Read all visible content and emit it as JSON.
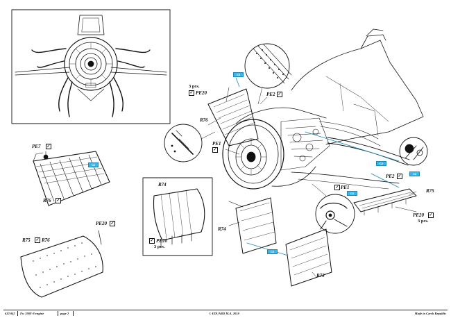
{
  "labels": {
    "pe7": "PE7",
    "pe20_top": "PE20",
    "pe20_left": "PE20",
    "pe20_box": "PE20",
    "pe20_right": "PE20",
    "pe2_top": "PE2",
    "pe2_right": "PE2",
    "pe1_mid": "PE1",
    "pe1_right": "PE1",
    "r76_top": "R76",
    "r76_left": "R76",
    "r76_bottom": "R76",
    "r75_bottom": "R75",
    "r75_right": "R75",
    "r74_box": "R74",
    "r74_mid": "R74",
    "r73": "R73"
  },
  "pcs": {
    "top": "3 pcs.",
    "box": "3 pcs.",
    "right": "3 pcs."
  },
  "paint_codes": {
    "c1": "C2",
    "c2": "C2",
    "c3": "C2",
    "c4": "C2",
    "c5": "C2",
    "c6": "C2"
  },
  "footer": {
    "code": "632 042",
    "title": "Fw 190F-8 engine",
    "page": "page 2",
    "copyright": "© EDUARD M.A. 2018",
    "origin": "Made in Czech Republic"
  },
  "colors": {
    "ink": "#111111",
    "paint_blue": "#39b7e6",
    "paint_blue_dark": "#1a88b8"
  }
}
